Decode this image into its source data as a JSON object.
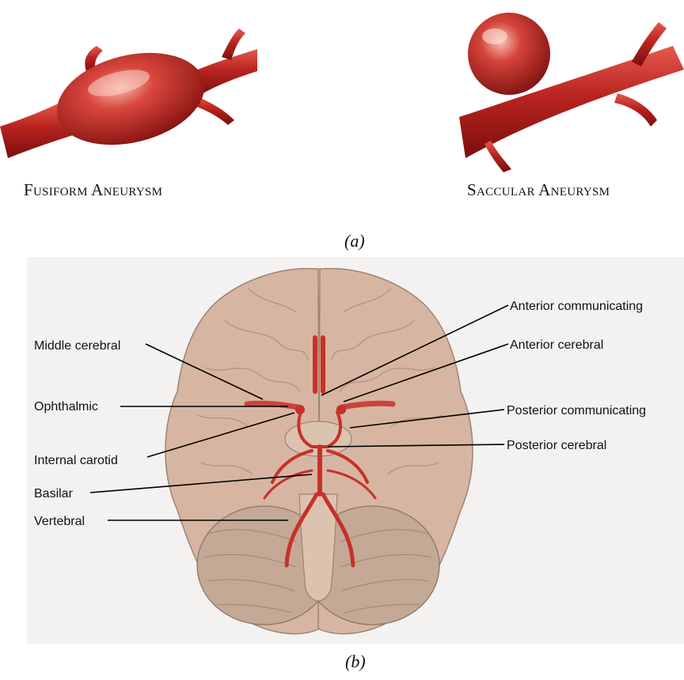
{
  "panel_a": {
    "fusiform_caption": "Fusiform Aneurysm",
    "saccular_caption": "Saccular Aneurysm",
    "sublabel": "(a)"
  },
  "panel_b": {
    "sublabel": "(b)",
    "labels_left": {
      "middle_cerebral": "Middle cerebral",
      "ophthalmic": "Ophthalmic",
      "internal_carotid": "Internal carotid",
      "basilar": "Basilar",
      "vertebral": "Vertebral"
    },
    "labels_right": {
      "anterior_communicating": "Anterior communicating",
      "anterior_cerebral": "Anterior cerebral",
      "posterior_communicating": "Posterior communicating",
      "posterior_cerebral": "Posterior cerebral"
    }
  },
  "colors": {
    "artery": "#c8302a",
    "brain": "#d6b6a2",
    "cerebellum": "#c3a996",
    "panel_bg": "#f3f2f1"
  }
}
